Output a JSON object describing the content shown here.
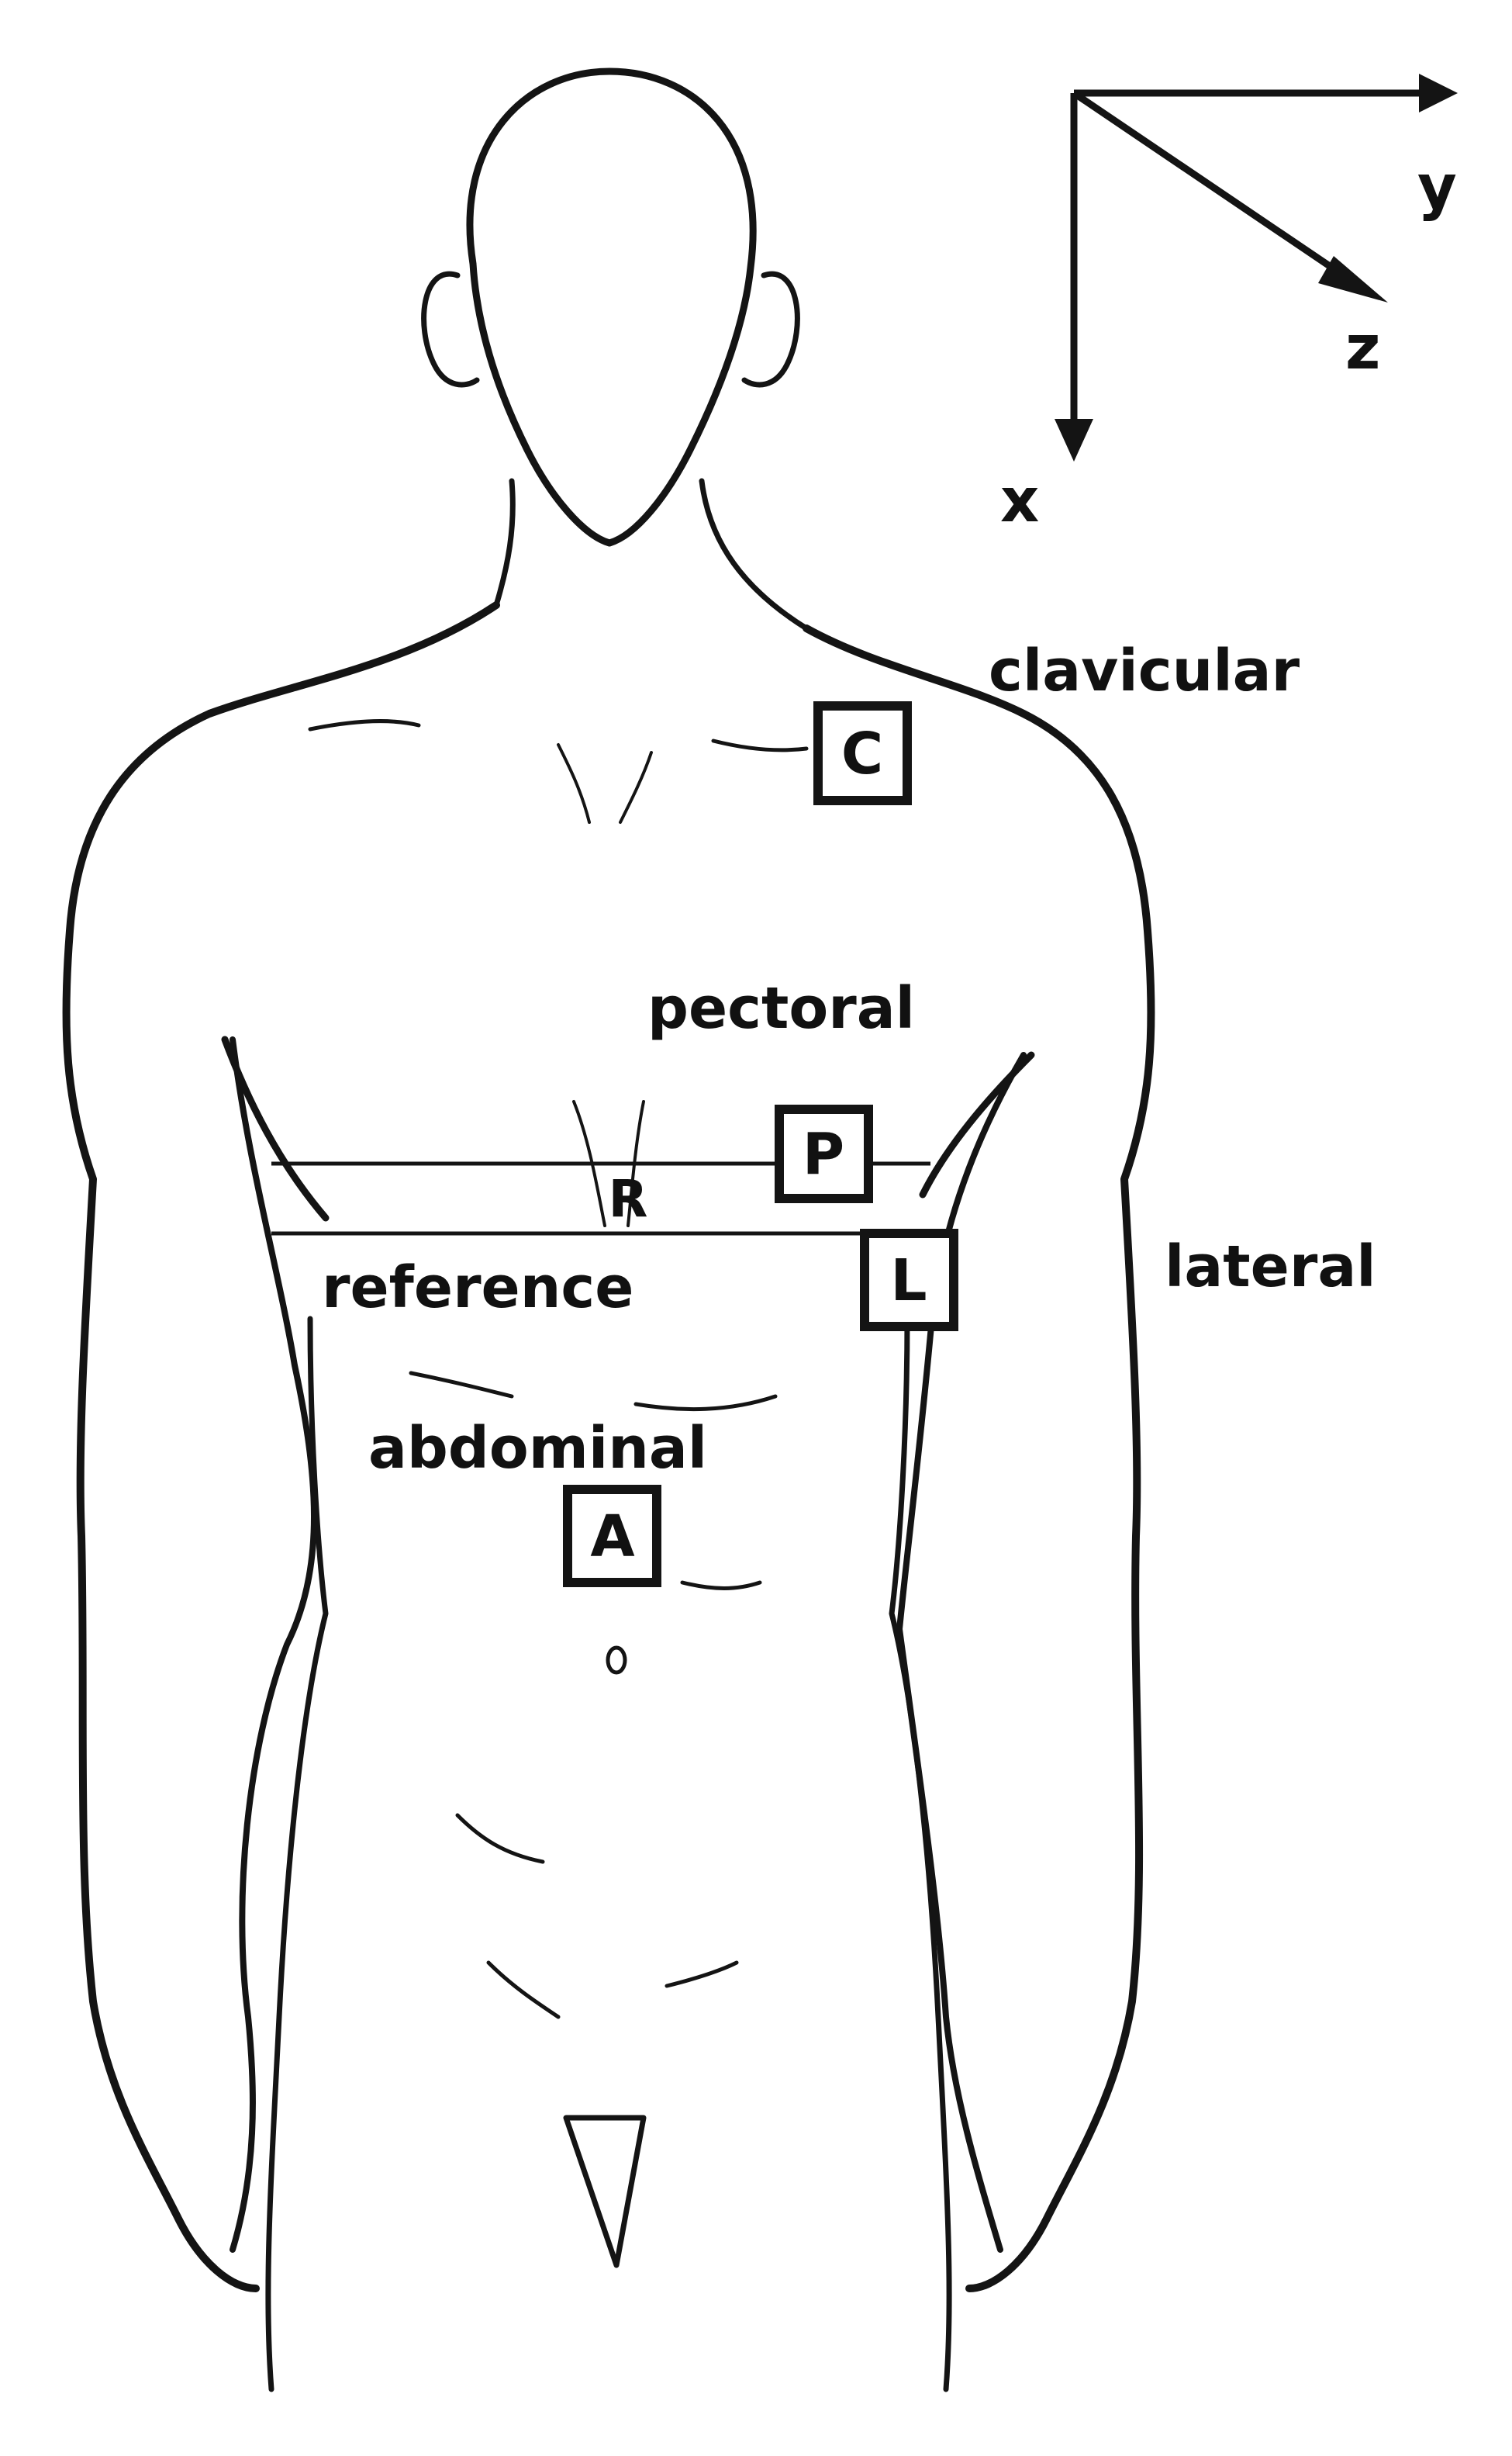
{
  "axes": {
    "x": "x",
    "y": "y",
    "z": "z"
  },
  "regions": {
    "clavicular": "clavicular",
    "pectoral": "pectoral",
    "reference": "reference",
    "lateral": "lateral",
    "abdominal": "abdominal"
  },
  "markers": {
    "C": "C",
    "P": "P",
    "R": "R",
    "L": "L",
    "A": "A"
  },
  "colors": {
    "ink": "#141414",
    "background": "#ffffff"
  }
}
